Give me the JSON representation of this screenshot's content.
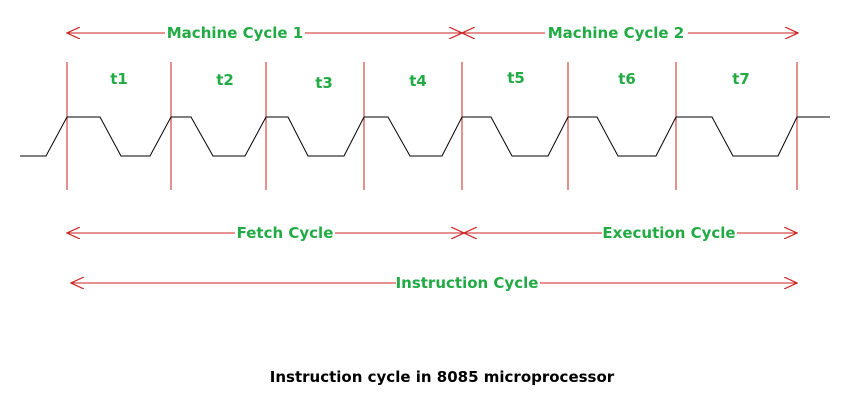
{
  "colors": {
    "arrow": "#cc2222",
    "label": "#22aa44",
    "waveform": "#000000",
    "caption": "#000000"
  },
  "machine_cycles": [
    {
      "label": "Machine Cycle 1"
    },
    {
      "label": "Machine Cycle 2"
    }
  ],
  "t_states": [
    "t1",
    "t2",
    "t3",
    "t4",
    "t5",
    "t6",
    "t7"
  ],
  "phases": {
    "fetch": "Fetch Cycle",
    "execution": "Execution Cycle"
  },
  "instruction_cycle": "Instruction Cycle",
  "caption": "Instruction cycle in 8085 microprocessor"
}
